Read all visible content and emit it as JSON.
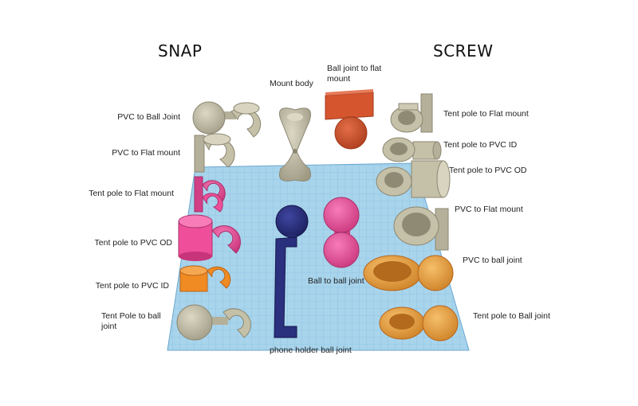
{
  "headings": {
    "snap": "SNAP",
    "screw": "SCREW"
  },
  "labels": {
    "mount_body": "Mount body",
    "ball_joint_to_flat_mount": "Ball joint to flat mount",
    "snap_pvc_to_ball_joint": "PVC to Ball Joint",
    "snap_pvc_to_flat_mount": "PVC to Flat mount",
    "snap_tent_pole_to_flat_mount": "Tent pole to Flat mount",
    "snap_tent_pole_to_pvc_od": "Tent pole to PVC OD",
    "snap_tent_pole_to_pvc_id": "Tent pole to PVC ID",
    "snap_tent_pole_to_ball_joint": "Tent Pole to ball joint",
    "ball_to_ball_joint": "Ball to ball joint",
    "phone_holder_ball_joint": "phone holder ball joint",
    "screw_tent_pole_to_flat_mount": "Tent pole to Flat mount",
    "screw_tent_pole_to_pvc_id": "Tent pole to PVC ID",
    "screw_tent_pole_to_pvc_od": "Tent pole to PVC OD",
    "screw_pvc_to_flat_mount": "PVC to Flat mount",
    "screw_pvc_to_ball_joint": "PVC to ball joint",
    "screw_tent_pole_to_ball_joint": "Tent pole to Ball joint"
  },
  "colors": {
    "grid_plate": "#a8d4ec",
    "grid_line": "#7fb9dc",
    "tan": "#c5c0a8",
    "pink": "#ef4f9a",
    "orange_red": "#d4552e",
    "orange": "#f08a22",
    "navy": "#2a2f7e",
    "amber": "#eea545"
  },
  "icons": [
    "grid-plate",
    "snap-pvc-to-ball-joint-part",
    "snap-pvc-to-flat-mount-part",
    "snap-tent-pole-to-flat-mount-part",
    "snap-tent-pole-to-pvc-od-part",
    "snap-tent-pole-to-pvc-id-part",
    "snap-tent-pole-to-ball-joint-part",
    "mount-body-part",
    "ball-joint-to-flat-mount-part",
    "ball-to-ball-joint-part",
    "phone-holder-ball-joint-part",
    "screw-tent-pole-to-flat-mount-part",
    "screw-tent-pole-to-pvc-id-part",
    "screw-tent-pole-to-pvc-od-part",
    "screw-pvc-to-flat-mount-part",
    "screw-pvc-to-ball-joint-part",
    "screw-tent-pole-to-ball-joint-part"
  ]
}
